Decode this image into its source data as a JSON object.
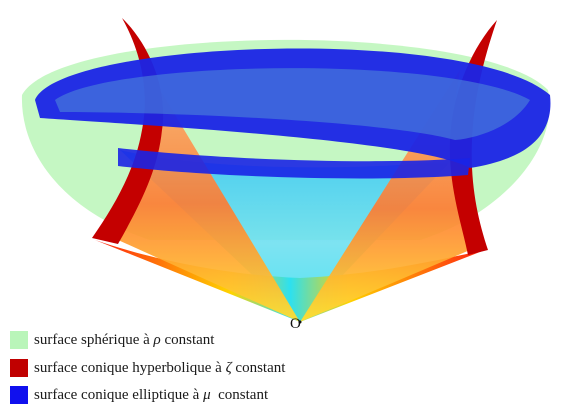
{
  "diagram": {
    "origin_label": "O",
    "legend": [
      {
        "pre": "surface sphérique à ",
        "symbol": "ρ",
        "post": " constant",
        "color": "#b9f5b9"
      },
      {
        "pre": "surface conique hyperbolique à ",
        "symbol": "ζ",
        "post": " constant",
        "color": "#c00000"
      },
      {
        "pre": "surface conique elliptique à ",
        "symbol": "μ",
        "post": "  constant",
        "color": "#1010ee"
      }
    ]
  }
}
